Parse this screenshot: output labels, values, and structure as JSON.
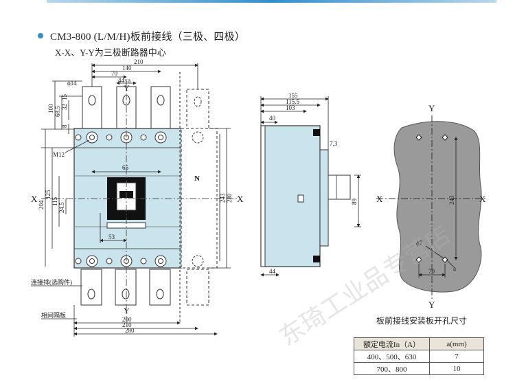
{
  "header": {
    "title": "CM3-800 (L/M/H)板前接线（三极、四极）",
    "subtitle": "X-X、Y-Y为三极断路器中心"
  },
  "front_view": {
    "dims": {
      "d210": "210",
      "d140": "140",
      "d70": "70",
      "d44a": "44×a",
      "phi14": "ϕ14",
      "d100": "100",
      "d68_5": "68.5",
      "d32": "32",
      "d15": "15",
      "d8": "8",
      "m12": "M12",
      "d65": "65",
      "d204": "204",
      "d125": "125",
      "d115": "115",
      "d24_5": "24.5",
      "d53": "53",
      "d243": "243",
      "d280v": "280",
      "d200": "200",
      "d210b": "210",
      "d280b": "280"
    },
    "labels": {
      "x_left": "X",
      "x_right": "X",
      "y_top": "Y",
      "y_bottom": "Y",
      "n_pole": "N",
      "link_bar": "连接排(选购件)",
      "phase_barrier": "相间隔板"
    }
  },
  "side_view": {
    "dims": {
      "d155": "155",
      "d115_5": "115.5",
      "d103": "103",
      "d40": "40",
      "d7_3": "7.3",
      "d89": "89",
      "d44": "44"
    }
  },
  "cutout_view": {
    "labels": {
      "y_top": "Y",
      "y_bottom": "Y",
      "x_left": "X",
      "x_right": "X"
    },
    "dims": {
      "d243": "243",
      "phi7": "ϕ7",
      "a": "a",
      "d70": "70"
    },
    "caption": "板前接线安装板开孔尺寸"
  },
  "table": {
    "headers": [
      "额定电流In（A）",
      "a(mm)"
    ],
    "rows": [
      [
        "400、500、630",
        "7"
      ],
      [
        "700、800",
        "10"
      ]
    ]
  },
  "watermark": "东琦工业品专营店",
  "colors": {
    "body_fill": "#c9e4ec",
    "body_stroke": "#333",
    "accent_blue": "#2f8fd0",
    "cutout_fill": "#9a9a9a"
  }
}
